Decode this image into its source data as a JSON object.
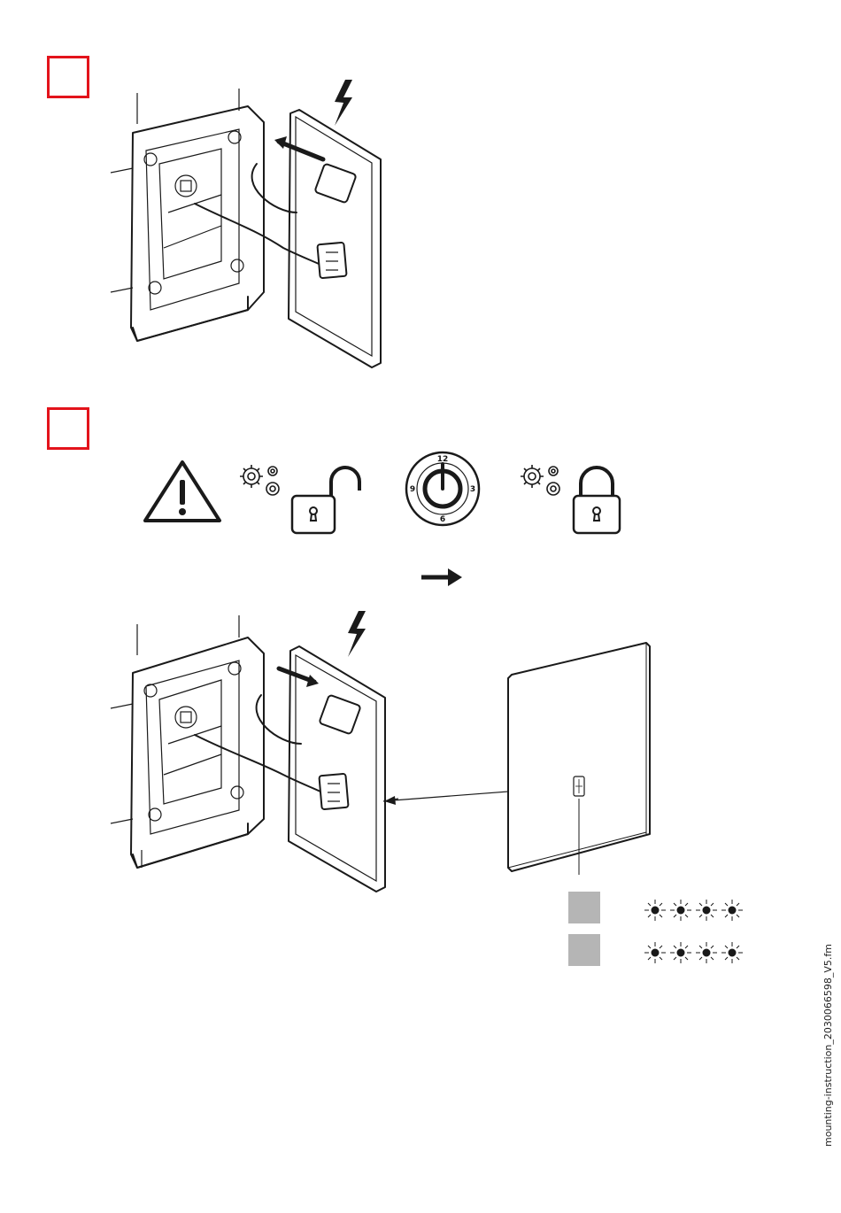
{
  "steps": [
    {
      "marker_color": "#e3131b"
    },
    {
      "marker_color": "#e3131b"
    }
  ],
  "dial": {
    "n12": "12",
    "n3": "3",
    "n6": "6",
    "n9": "9"
  },
  "footer": {
    "filename": "mounting-instruction_2030066598_V5.fm"
  },
  "icons": [
    "lightning-icon",
    "warning-icon",
    "gears-icon",
    "unlocked-padlock-icon",
    "clock-dial-icon",
    "locked-padlock-icon",
    "arrow-right-icon",
    "led-blink-icon"
  ],
  "colors": {
    "accent_red": "#e3131b",
    "swatch_gray": "#b5b5b5"
  }
}
